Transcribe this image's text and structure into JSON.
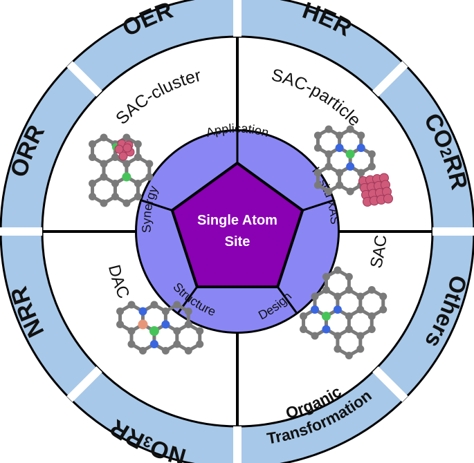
{
  "center": {
    "line1": "Single Atom",
    "line2": "Site"
  },
  "inner_ring": [
    "Application",
    "In situ XAS",
    "Design",
    "Structure",
    "Synergy"
  ],
  "middle_ring": [
    "SAC-cluster",
    "SAC-particle",
    "SAC",
    "DAC"
  ],
  "outer_ring": {
    "oer": "OER",
    "her": "HER",
    "co2rr": {
      "main": "CO",
      "sub": "2",
      "tail": "RR"
    },
    "others": "Others",
    "organic": {
      "line1": "Organic",
      "line2": "Transformation"
    },
    "no3rr": {
      "main": "NO",
      "sub": "3",
      "tail": "RR"
    },
    "nrr": "NRR",
    "orr": "ORR"
  },
  "colors": {
    "outer_ring": "#a7c8e8",
    "inner_ring": "#8a87f5",
    "center": "#8a00b3",
    "carbon_atom": "#7a7a7a",
    "nitrogen_atom": "#3a66e0",
    "metal_atom": "#46c45a",
    "metal_atom_2": "#e8967a",
    "cluster_atom": "#d05a7a"
  }
}
